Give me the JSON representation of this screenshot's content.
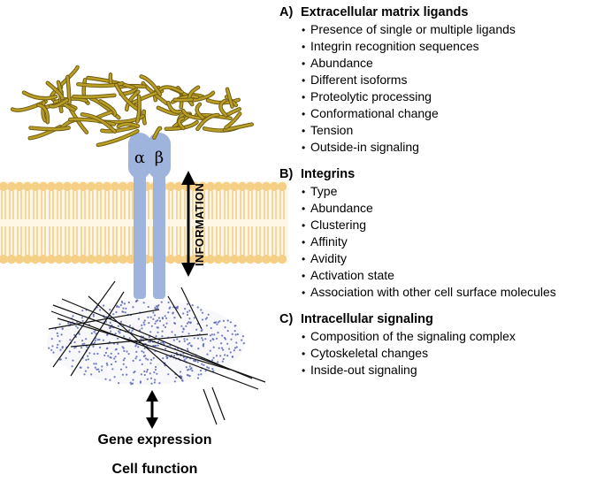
{
  "diagram": {
    "alpha": "α",
    "beta": "β",
    "information_label": "INFORMATION",
    "gene_expression": "Gene expression",
    "cell_function": "Cell function"
  },
  "sections": [
    {
      "letter": "A)",
      "title": "Extracellular matrix ligands",
      "items": [
        "Presence of single or multiple ligands",
        "Integrin recognition sequences",
        "Abundance",
        "Different isoforms",
        "Proteolytic processing",
        "Conformational change",
        "Tension",
        "Outside-in signaling"
      ]
    },
    {
      "letter": "B)",
      "title": "Integrins",
      "items": [
        "Type",
        "Abundance",
        "Clustering",
        "Affinity",
        "Avidity",
        "Activation state",
        "Association with other cell surface molecules"
      ]
    },
    {
      "letter": "C)",
      "title": "Intracellular signaling",
      "items": [
        "Composition of the signaling complex",
        "Cytoskeletal changes",
        "Inside-out signaling"
      ]
    }
  ],
  "colors": {
    "membrane_head": "#f6cf86",
    "membrane_tail": "#f2ce8c",
    "integrin": "#9fb4dd",
    "ecm_fiber": "#b99e26",
    "ecm_dark": "#6e5a10",
    "dots": "#5a68b6"
  }
}
